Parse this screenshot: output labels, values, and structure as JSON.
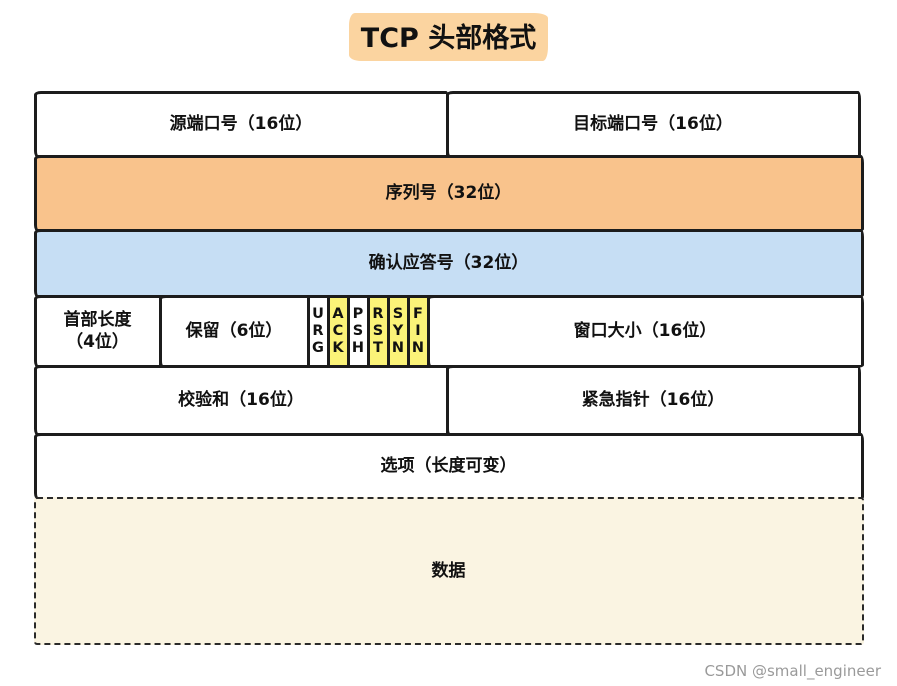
{
  "title": "TCP 头部格式",
  "watermark": "CSDN @small_engineer",
  "fields": {
    "source_port": "源端口号（16位）",
    "dest_port": "目标端口号（16位）",
    "sequence": "序列号（32位）",
    "ack": "确认应答号（32位）",
    "header_len_1": "首部长度",
    "header_len_2": "（4位）",
    "reserved": "保留（6位）",
    "flags": {
      "urg": {
        "l1": "U",
        "l2": "R",
        "l3": "G",
        "highlight": false
      },
      "ack": {
        "l1": "A",
        "l2": "C",
        "l3": "K",
        "highlight": true
      },
      "psh": {
        "l1": "P",
        "l2": "S",
        "l3": "H",
        "highlight": false
      },
      "rst": {
        "l1": "R",
        "l2": "S",
        "l3": "T",
        "highlight": true
      },
      "syn": {
        "l1": "S",
        "l2": "Y",
        "l3": "N",
        "highlight": true
      },
      "fin": {
        "l1": "F",
        "l2": "I",
        "l3": "N",
        "highlight": true
      }
    },
    "window": "窗口大小（16位）",
    "checksum": "校验和（16位）",
    "urgent_pointer": "紧急指针（16位）",
    "options": "选项（长度可变）",
    "data": "数据"
  },
  "colors": {
    "title_highlight": "#fbd4a0",
    "sequence_bg": "#f9c38c",
    "ack_bg": "#c6def4",
    "flag_highlight": "#fbf378",
    "data_bg": "#faf4e2",
    "border": "#1c1c1c",
    "watermark_color": "#9a9a9a"
  }
}
